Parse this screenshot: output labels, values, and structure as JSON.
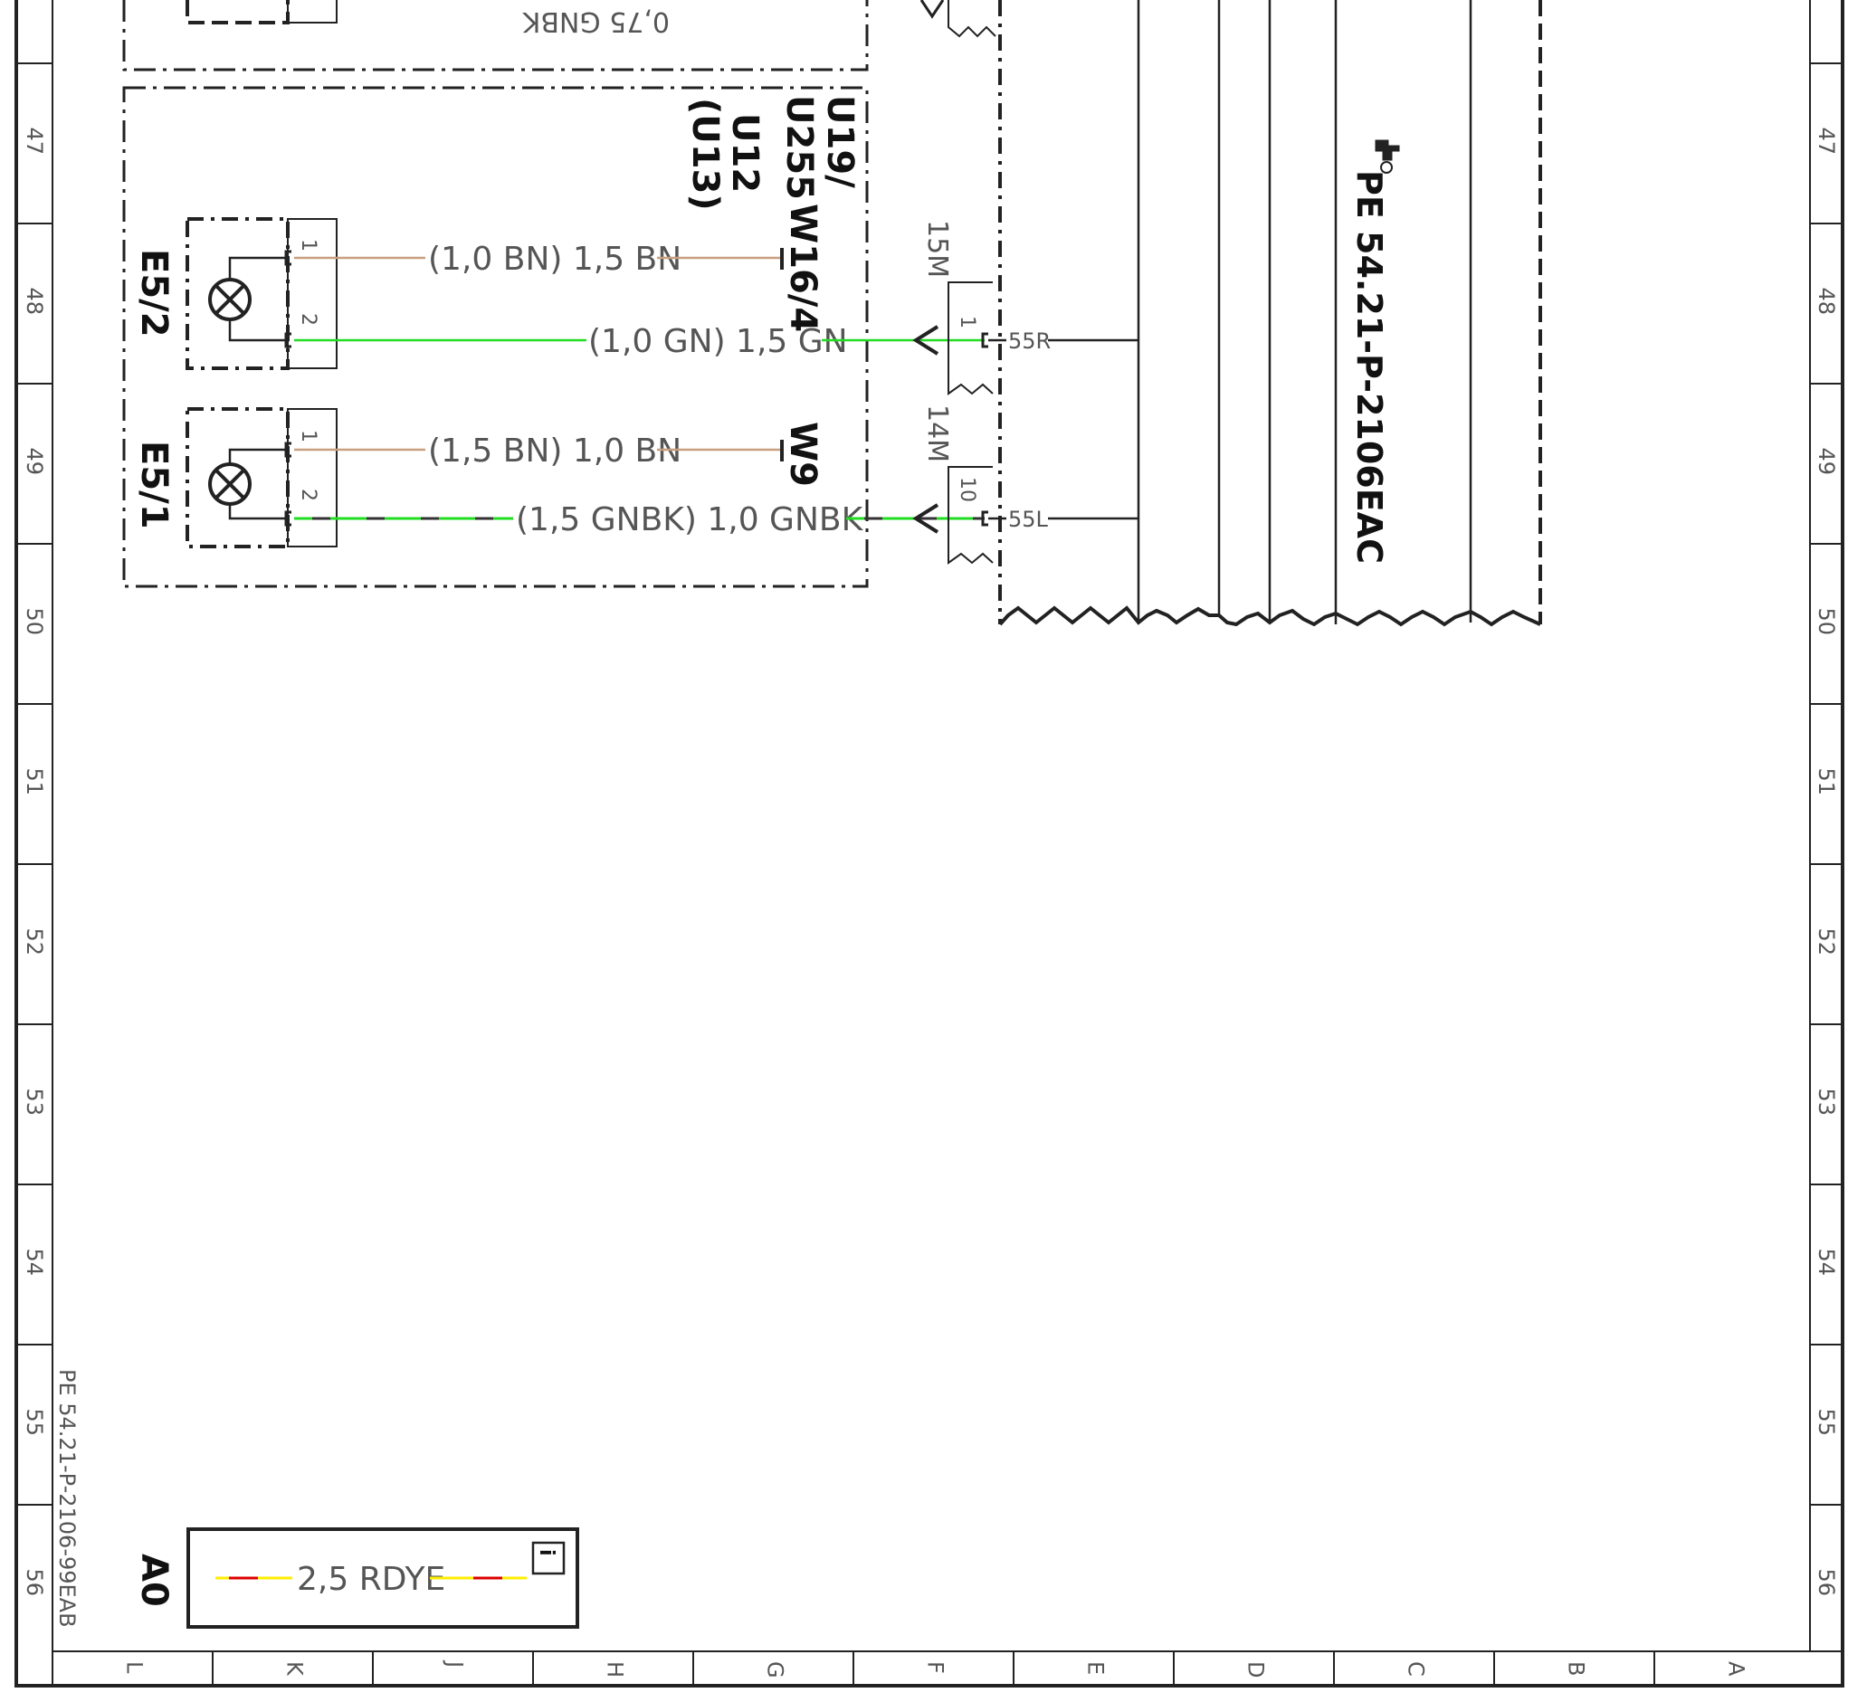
{
  "row_numbers": [
    "47",
    "48",
    "49",
    "50",
    "51",
    "52",
    "53",
    "54",
    "55",
    "56"
  ],
  "column_letters": [
    "L",
    "K",
    "J",
    "H",
    "G",
    "F",
    "E",
    "D",
    "C",
    "B",
    "A"
  ],
  "top_partial_label": "0,75 GNBK",
  "module": {
    "label_lines": [
      "U19/",
      "U255",
      "U12",
      "(U13)"
    ]
  },
  "components": [
    {
      "id": "E5/2",
      "pin1": "1",
      "pin2": "2",
      "wire1": {
        "label": "(1,0 BN) 1,5 BN",
        "color": "#c8a080",
        "ground": "W16/4"
      },
      "wire2": {
        "label": "(1,0 GN) 1,5 GN",
        "color": "#22dd22"
      },
      "connector": {
        "name": "15M",
        "pin": "1",
        "signal": "55R"
      }
    },
    {
      "id": "E5/1",
      "pin1": "1",
      "pin2": "2",
      "wire1": {
        "label": "(1,5 BN) 1,0 BN",
        "color": "#c8a080",
        "ground": "W9"
      },
      "wire2": {
        "label": "(1,5 GNBK) 1,0 GNBK",
        "color": "#22dd22",
        "stripe_color": "#333333"
      },
      "connector": {
        "name": "14M",
        "pin": "10",
        "signal": "55L"
      }
    }
  ],
  "reference": "PE 54.21-P-2106EAC",
  "side_reference": "PE 54.21-P-2106-99EAB",
  "legend": {
    "id": "A0",
    "wire_label": "2,5 RDYE",
    "colors": [
      "#ffee00",
      "#dd0000"
    ],
    "note_icon": "note-icon"
  }
}
